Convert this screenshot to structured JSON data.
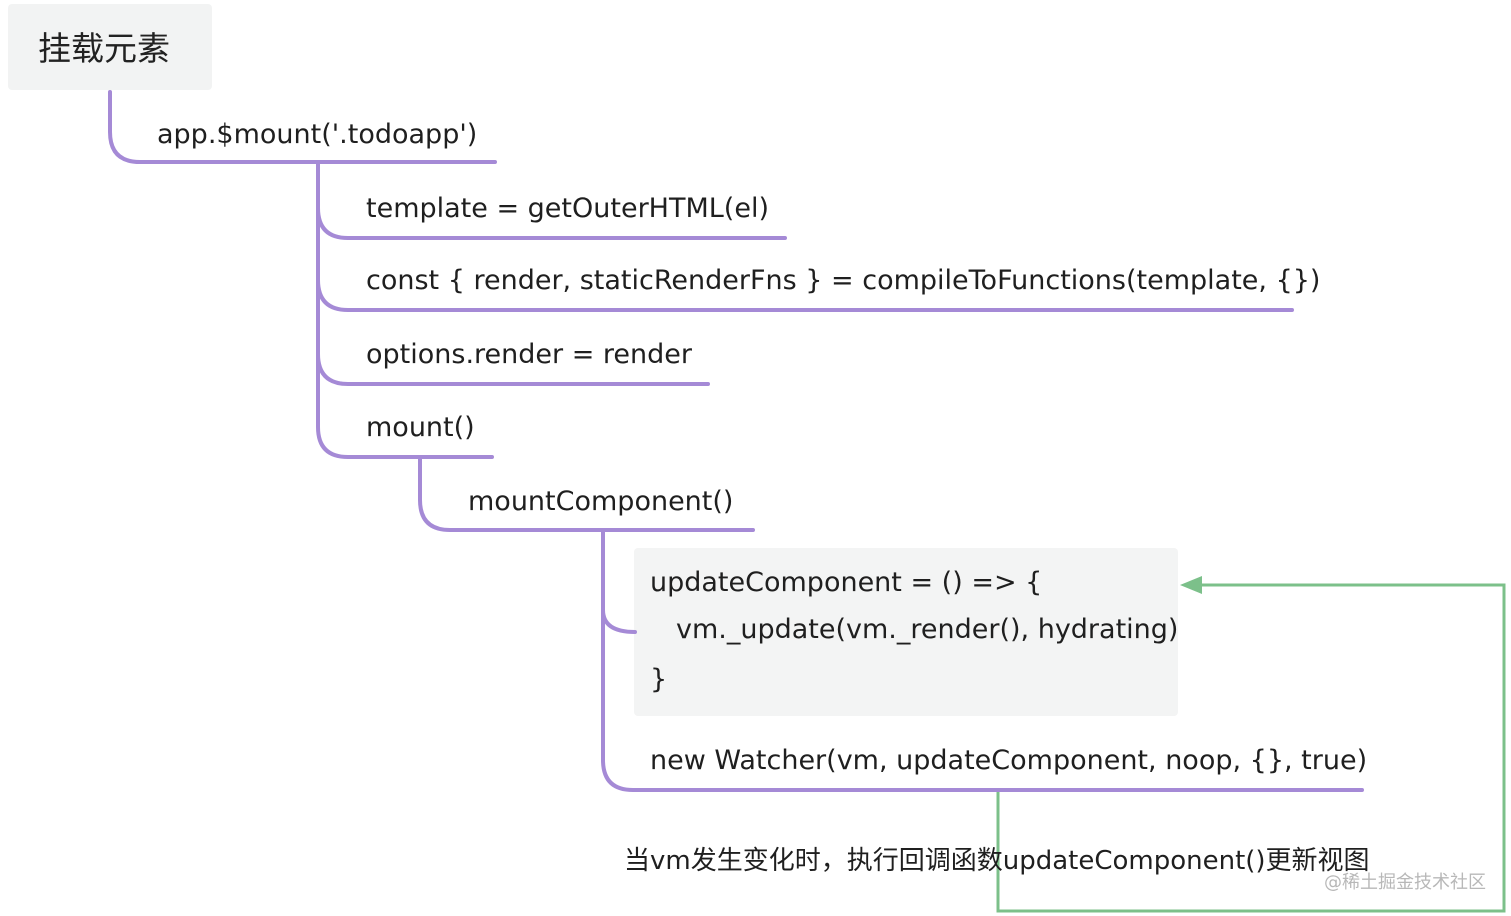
{
  "colors": {
    "connector": "#a58ad6",
    "loop_arrow": "#7cc08a",
    "root_bg": "#f2f3f3",
    "code_bg": "#f3f4f4"
  },
  "root": {
    "label": "挂载元素"
  },
  "nodes": {
    "mount_call": "app.$mount('.todoapp')",
    "template": "template = getOuterHTML(el)",
    "compile": "const { render, staticRenderFns } = compileToFunctions(template, {})",
    "options_render": "options.render = render",
    "mount": "mount()",
    "mount_component": "mountComponent()",
    "update_line1": "updateComponent = () => {",
    "update_line2": "vm._update(vm._render(), hydrating)",
    "update_line3": "}",
    "watcher": "new Watcher(vm, updateComponent, noop, {}, true)"
  },
  "caption": "当vm发生变化时，执行回调函数updateComponent()更新视图",
  "watermark": "@稀土掘金技术社区"
}
